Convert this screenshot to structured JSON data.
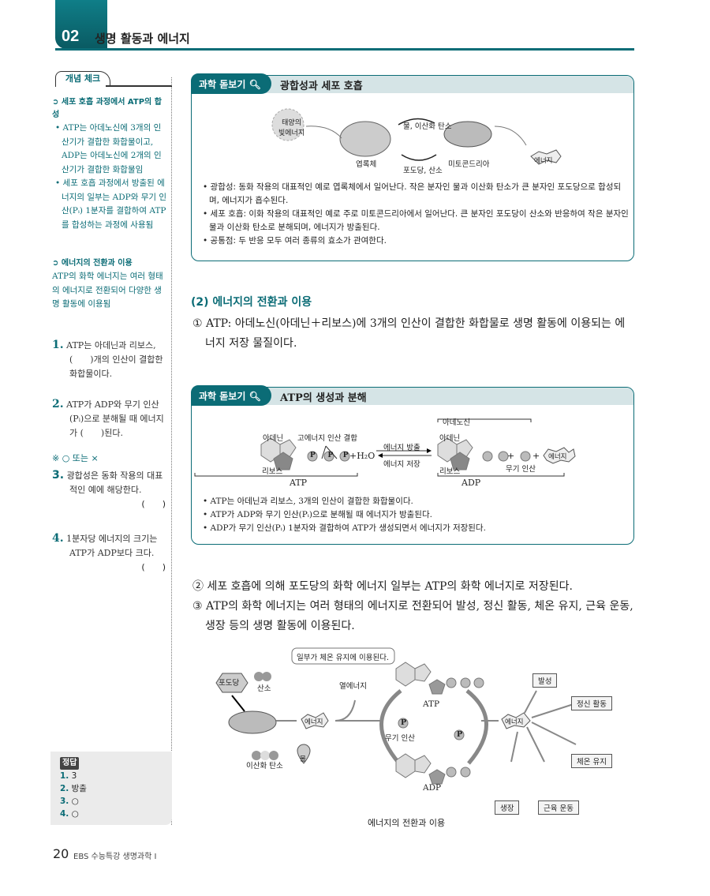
{
  "header": {
    "chapter_number": "02",
    "chapter_title": "생명 활동과 에너지"
  },
  "sidebar": {
    "tab_label": "개념 체크",
    "concepts": [
      {
        "heading": "세포 호흡 과정에서 ATP의 합성",
        "bullets": [
          "ATP는 아데노신에 3개의 인산기가 결합한 화합물이고, ADP는 아데노신에 2개의 인산기가 결합한 화합물임",
          "세포 호흡 과정에서 방출된 에너지의 일부는 ADP와 무기 인산(Pᵢ) 1분자를 결합하여 ATP를 합성하는 과정에 사용됨"
        ]
      },
      {
        "heading": "에너지의 전환과 이용",
        "text": "ATP의 화학 에너지는 여러 형태의 에너지로 전환되어 다양한 생명 활동에 이용됨"
      }
    ],
    "questions": [
      {
        "num": "1.",
        "text": "ATP는 아데닌과 리보스, (　　)개의 인산이 결합한 화합물이다."
      },
      {
        "num": "2.",
        "text": "ATP가 ADP와 무기 인산(Pᵢ)으로 분해될 때 에너지가 (　　)된다."
      },
      {
        "num": "3.",
        "text": "광합성은 동화 작용의 대표적인 예에 해당한다.",
        "blank": "(　　)"
      },
      {
        "num": "4.",
        "text": "1분자당 에너지의 크기는 ATP가 ADP보다 크다.",
        "blank": "(　　)"
      }
    ],
    "ox_note": "※ ○ 또는 ×",
    "answers": {
      "label": "정답",
      "items": [
        {
          "num": "1.",
          "value": "3"
        },
        {
          "num": "2.",
          "value": "방출"
        },
        {
          "num": "3.",
          "value": "○"
        },
        {
          "num": "4.",
          "value": "○"
        }
      ]
    }
  },
  "box1": {
    "tag": "과학 돋보기",
    "title": "광합성과 세포 호흡",
    "diagram": {
      "sun": "태양의\n빛에너지",
      "chloroplast": "엽록체",
      "mitochondria": "미토콘드리아",
      "top_arrow": "물, 이산화 탄소",
      "bottom_arrow": "포도당, 산소",
      "energy": "에너지"
    },
    "bullets": [
      "광합성: 동화 작용의 대표적인 예로 엽록체에서 일어난다. 작은 분자인 물과 이산화 탄소가 큰 분자인 포도당으로 합성되며, 에너지가 흡수된다.",
      "세포 호흡: 이화 작용의 대표적인 예로 주로 미토콘드리아에서 일어난다. 큰 분자인 포도당이 산소와 반응하여 작은 분자인 물과 이산화 탄소로 분해되며, 에너지가 방출된다.",
      "공통점: 두 반응 모두 여러 종류의 효소가 관여한다."
    ]
  },
  "section": {
    "heading": "(2) 에너지의 전환과 이용",
    "p1": "① ATP: 아데노신(아데닌＋리보스)에 3개의 인산이 결합한 화합물로 생명 활동에 이용되는 에너지 저장 물질이다.",
    "p2": "② 세포 호흡에 의해 포도당의 화학 에너지 일부는 ATP의 화학 에너지로 저장된다.",
    "p3": "③ ATP의 화학 에너지는 여러 형태의 에너지로 전환되어 발성, 정신 활동, 체온 유지, 근육 운동, 생장 등의 생명 활동에 이용된다."
  },
  "box2": {
    "tag": "과학 돋보기",
    "title": "ATP의 생성과 분해",
    "diagram": {
      "adenine": "아데닌",
      "high_energy_bond": "고에너지 인산 결합",
      "ribose": "리보스",
      "p": "P",
      "plus_water": "+H₂O",
      "atp": "ATP",
      "release": "에너지 방출",
      "store": "에너지 저장",
      "adenosine": "아데노신",
      "adp": "ADP",
      "plus": "+",
      "inorganic_phosphate": "무기 인산",
      "energy": "에너지"
    },
    "bullets": [
      "ATP는 아데닌과 리보스, 3개의 인산이 결합한 화합물이다.",
      "ATP가 ADP와 무기 인산(Pᵢ)으로 분해될 때 에너지가 방출된다.",
      "ADP가 무기 인산(Pᵢ) 1분자와 결합하여 ATP가 생성되면서 에너지가 저장된다."
    ]
  },
  "figure": {
    "glucose": "포도당",
    "oxygen": "산소",
    "co2": "이산화 탄소",
    "water": "물",
    "energy": "에너지",
    "heat": "열에너지",
    "speech": "일부가 체온 유지에 이용된다.",
    "atp": "ATP",
    "adp": "ADP",
    "pi": "P",
    "inorganic_phosphate": "무기 인산",
    "uses": [
      "발성",
      "정신 활동",
      "체온 유지",
      "근육 운동",
      "생장"
    ],
    "caption": "에너지의 전환과 이용"
  },
  "footer": {
    "page": "20",
    "book": "EBS 수능특강 생명과학 Ⅰ"
  }
}
